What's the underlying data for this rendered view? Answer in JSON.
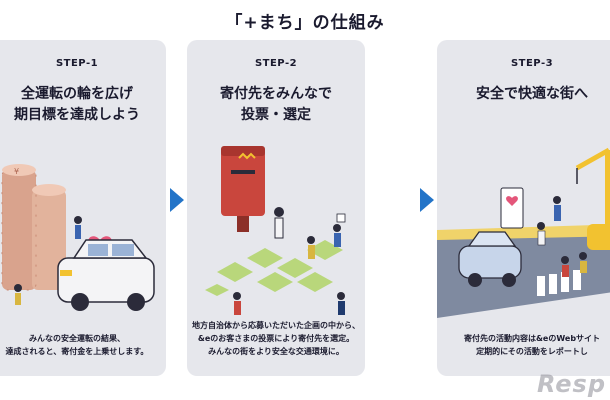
{
  "title": "「+まち」の仕組み",
  "steps": [
    {
      "label": "STEP-1",
      "heading": "全運転の輪を広げ\n期目標を達成しよう",
      "description": "みんなの安全運転の結果、\n達成されると、寄付金を上乗せします。"
    },
    {
      "label": "STEP-2",
      "heading": "寄付先をみんなで\n投票・選定",
      "description": "地方自治体から応募いただいた企画の中から、\n&eのお客さまの投票により寄付先を選定。\nみんなの街をより安全な交通環境に。"
    },
    {
      "label": "STEP-3",
      "heading": "安全で快適な街へ",
      "description": "寄付先の活動内容は&eのWebサイト\n定期的にその活動をレポートし"
    }
  ],
  "watermark": "Resp",
  "colors": {
    "card": "#e6e7ec",
    "arrow": "#2374c8",
    "accent_red": "#c9463d",
    "navy": "#1f3a6e",
    "yellow": "#f2c230",
    "green": "#b9d77b"
  },
  "icons": [
    "coin-stack-icon",
    "heart-icon",
    "car-icon",
    "ballot-box-icon",
    "crane-icon"
  ]
}
